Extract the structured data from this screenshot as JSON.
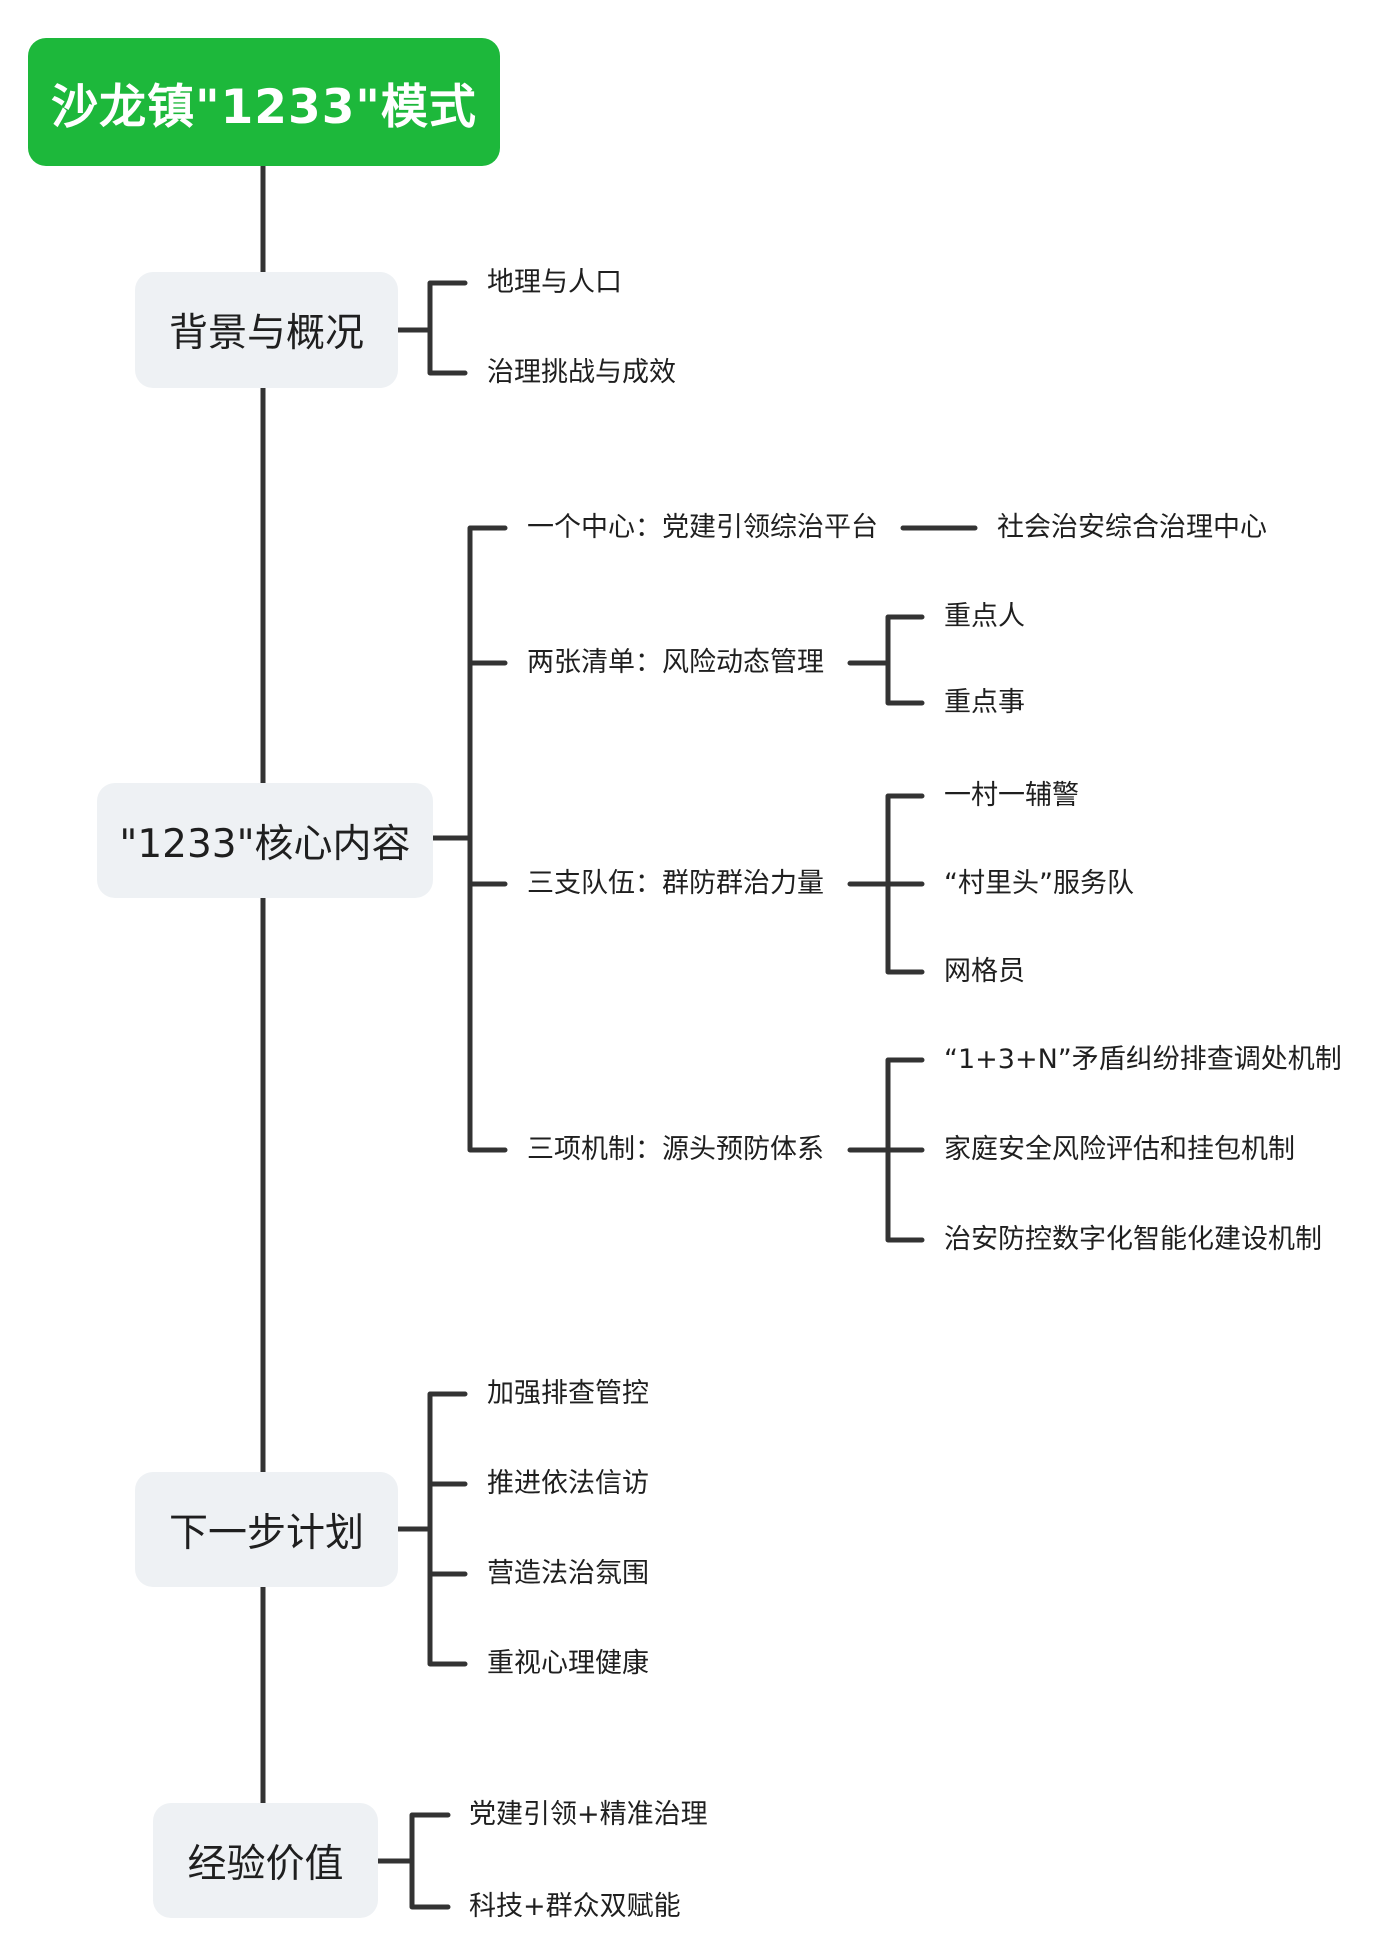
{
  "root": {
    "title": "沙龙镇\"1233\"模式"
  },
  "sections": {
    "background": {
      "label": "背景与概况",
      "items": [
        "地理与人口",
        "治理挑战与成效"
      ]
    },
    "core": {
      "label": "\"1233\"核心内容",
      "branches": [
        {
          "label": "一个中心：党建引领综治平台",
          "children": [
            "社会治安综合治理中心"
          ]
        },
        {
          "label": "两张清单：风险动态管理",
          "children": [
            "重点人",
            "重点事"
          ]
        },
        {
          "label": "三支队伍：群防群治力量",
          "children": [
            "一村一辅警",
            "“村里头”服务队",
            "网格员"
          ]
        },
        {
          "label": "三项机制：源头预防体系",
          "children": [
            "“1+3+N”矛盾纠纷排查调处机制",
            "家庭安全风险评估和挂包机制",
            "治安防控数字化智能化建设机制"
          ]
        }
      ]
    },
    "plan": {
      "label": "下一步计划",
      "items": [
        "加强排查管控",
        "推进依法信访",
        "营造法治氛围",
        "重视心理健康"
      ]
    },
    "value": {
      "label": "经验价值",
      "items": [
        "党建引领+精准治理",
        "科技+群众双赋能"
      ]
    }
  },
  "colors": {
    "root_fill": "#1db83b",
    "topic_fill": "#eef1f4",
    "connector": "#333333"
  }
}
